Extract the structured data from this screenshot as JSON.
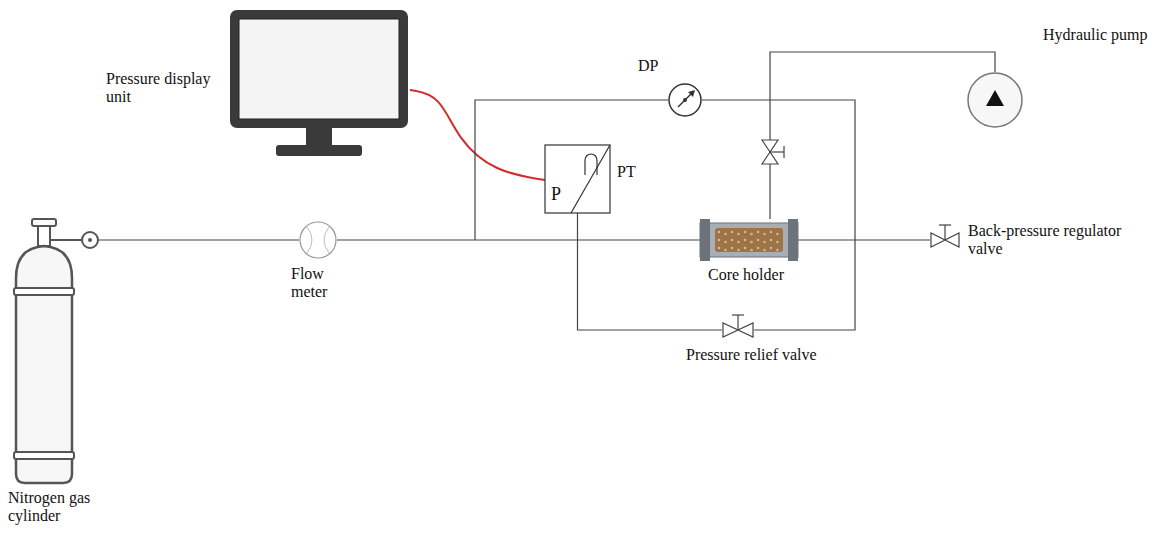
{
  "diagram": {
    "nodes": [
      {
        "text": [
          "Pressure display unit"
        ]
      },
      {
        "text": [
          "DP"
        ]
      },
      {
        "text": [
          "Hydraulic pump"
        ]
      },
      {
        "text": [
          "P",
          "PT"
        ]
      },
      {
        "text": [
          "Nitrogen gas cylinder"
        ]
      },
      {
        "text": [
          "Flow meter"
        ]
      },
      {
        "text": [
          "Core holder"
        ]
      },
      {
        "text": [
          "Back-pressure regulator valve"
        ]
      },
      {
        "text": [
          "Pressure relief valve"
        ]
      }
    ],
    "edges": [
      {
        "from": 4,
        "to": 5,
        "arrow": "none"
      },
      {
        "from": 5,
        "to": 6,
        "arrow": "none"
      },
      {
        "from": 0,
        "to": 3,
        "arrow": "none"
      },
      {
        "from": 6,
        "to": 7,
        "arrow": "none"
      },
      {
        "from": 2,
        "to": 6,
        "arrow": "none"
      },
      {
        "from": 3,
        "to": 8,
        "arrow": "none"
      },
      {
        "from": 8,
        "to": 1,
        "arrow": "none"
      }
    ]
  }
}
